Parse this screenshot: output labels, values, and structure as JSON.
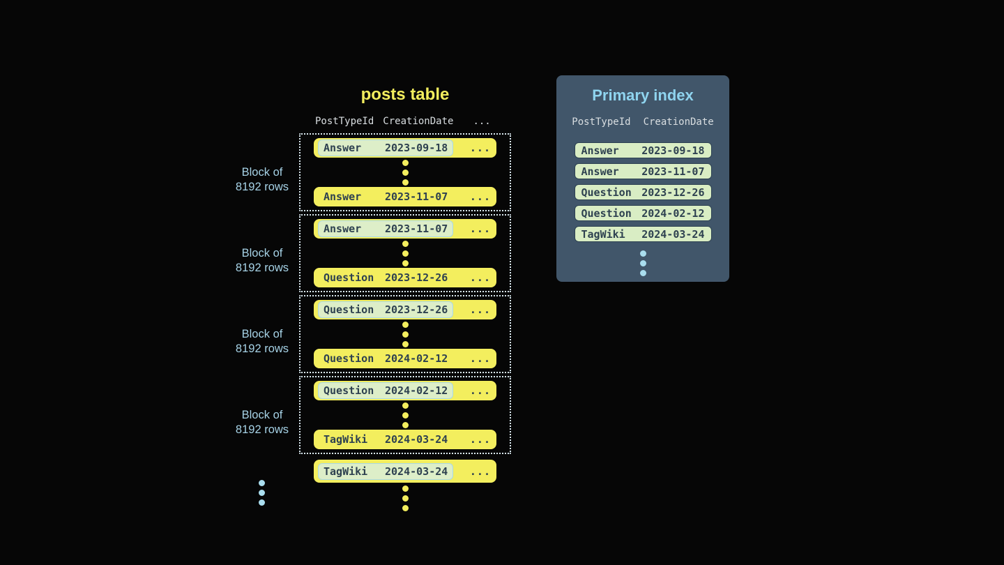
{
  "colors": {
    "background": "#060606",
    "yellow": "#f3ee5e",
    "row_text": "#2e4150",
    "highlight_fill": "#ddeec8",
    "highlight_border": "#a9d9e6",
    "block_border": "#dcebf2",
    "label_blue": "#a6d2e6",
    "header_text": "#d9dee1",
    "panel_bg": "#41566a",
    "panel_title": "#8fd4ef",
    "index_fill": "#d9edc4",
    "index_border": "#2c4051",
    "dot_blue": "#a9ddee"
  },
  "posts_table": {
    "title": "posts table",
    "headers": [
      "PostTypeId",
      "CreationDate",
      "..."
    ],
    "block_label_line1": "Block of",
    "block_label_line2": "8192 rows",
    "ellipsis": "...",
    "blocks": [
      {
        "first": {
          "type": "Answer",
          "date": "2023-09-18"
        },
        "last": {
          "type": "Answer",
          "date": "2023-11-07"
        }
      },
      {
        "first": {
          "type": "Answer",
          "date": "2023-11-07"
        },
        "last": {
          "type": "Question",
          "date": "2023-12-26"
        }
      },
      {
        "first": {
          "type": "Question",
          "date": "2023-12-26"
        },
        "last": {
          "type": "Question",
          "date": "2024-02-12"
        }
      },
      {
        "first": {
          "type": "Question",
          "date": "2024-02-12"
        },
        "last": {
          "type": "TagWiki",
          "date": "2024-03-24"
        }
      }
    ],
    "trailing_row": {
      "type": "TagWiki",
      "date": "2024-03-24"
    }
  },
  "primary_index": {
    "title": "Primary index",
    "headers": [
      "PostTypeId",
      "CreationDate"
    ],
    "rows": [
      {
        "type": "Answer",
        "date": "2023-09-18"
      },
      {
        "type": "Answer",
        "date": "2023-11-07"
      },
      {
        "type": "Question",
        "date": "2023-12-26"
      },
      {
        "type": "Question",
        "date": "2024-02-12"
      },
      {
        "type": "TagWiki",
        "date": "2024-03-24"
      }
    ]
  }
}
